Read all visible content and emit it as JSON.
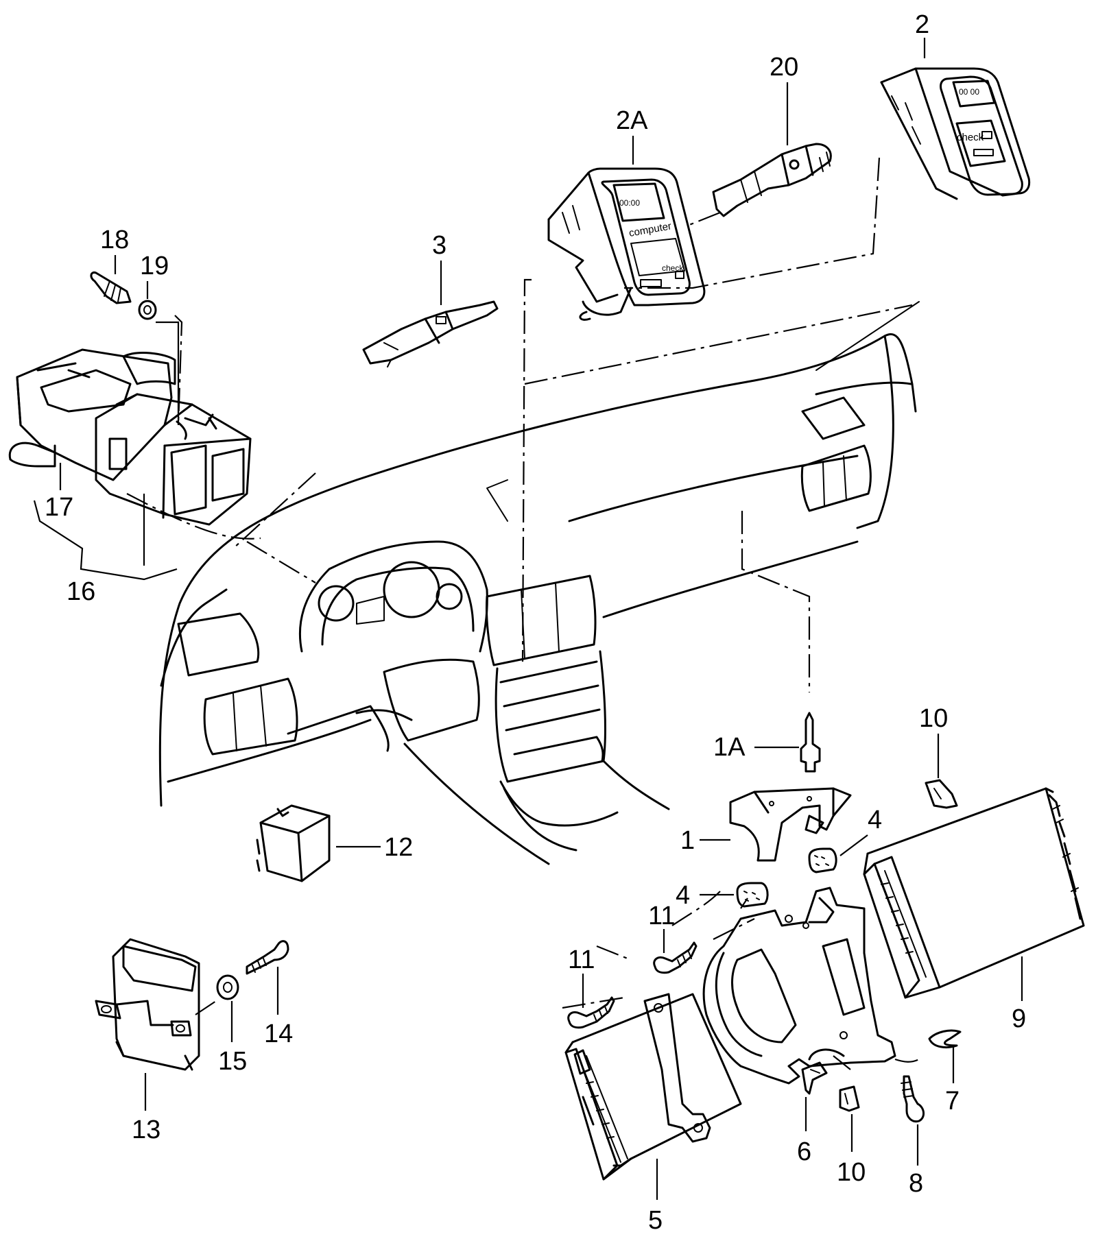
{
  "diagram": {
    "callouts": {
      "c2": "2",
      "c20": "20",
      "c2A": "2A",
      "c3": "3",
      "c18": "18",
      "c19": "19",
      "c17": "17",
      "c16": "16",
      "c1A": "1A",
      "c10a": "10",
      "c1": "1",
      "c4a": "4",
      "c4b": "4",
      "c12": "12",
      "c11a": "11",
      "c11b": "11",
      "c9": "9",
      "c13": "13",
      "c15": "15",
      "c14": "14",
      "c7": "7",
      "c6": "6",
      "c10b": "10",
      "c8": "8",
      "c5": "5"
    },
    "display_labels": {
      "computer": "computer",
      "check_2A": "check",
      "check_2": "check"
    }
  }
}
